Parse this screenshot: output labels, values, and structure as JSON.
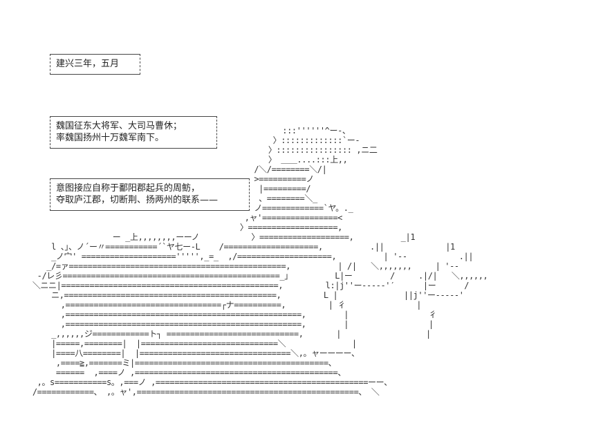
{
  "captions": {
    "date": "建兴三年，五月",
    "line1": "魏国征东大将军、大司马曹休；",
    "line2": "率魏国扬州十万魏军南下。",
    "line3": "意图接应自称于鄱阳郡起兵的周鲂，",
    "line4": "夺取庐江郡，切断荆、扬两州的联系——"
  },
  "ascii_art": [
    "                                                      :::''''''^ー-、",
    "                                                    〉:::::::::::::`ー-",
    "                                                   〉:::::::::::::::: ,ニ二",
    "                                                   〉 ＿＿....:::上,,",
    "                                                /＼/========＼/|",
    "                                                >==========ノ",
    "                                                 |=========/",
    "                                                 、========＼_",
    "                                                ノ=============`ヤ。._",
    "                                              ,ャ'================<",
    "                                             〉===================,",
    "                  ー _上,,,,,,,,ーーノ           〉===================,          _|1",
    "     l 、」、ノ´ー〃===========´`ヤ七ー-L    /====================,          .||             |1",
    "     _ノ宀' ====================''''',_=_  ,/====================,          | '--           .||",
    "    _/=ァ==============================================,          | /|   ＼,,,,,,,     | '--",
    "  -/レ彡==============================================_」         L|ー        /     .|/|   ＼,,,,,,",
    " ＼ニニ|==============================================,         l:|j''ー-----'′      |ー      /",
    "     ニ,=============================================,         L |              ||j''ー-----'",
    "       ,=================================┌ナ==========,         | 彳               |",
    "       ,==================================================,        |                 彳",
    "       ,==================================================,        |                 |",
    "     _,,,,,,ジ============ト┐ ============================,       |                  |",
    "     |=====,========|  |=============================＼              |",
    "     |====八========|  |================================＼,。ャーーーー、",
    "      ,====≧,=======ミ|=========================================、",
    "      ======  ,====ノ ,===========================================、",
    "  ,。s===========s。,===ノ ,=============================================ーー、",
    " /============、 ,。ャ',===============================================、 ＼"
  ]
}
